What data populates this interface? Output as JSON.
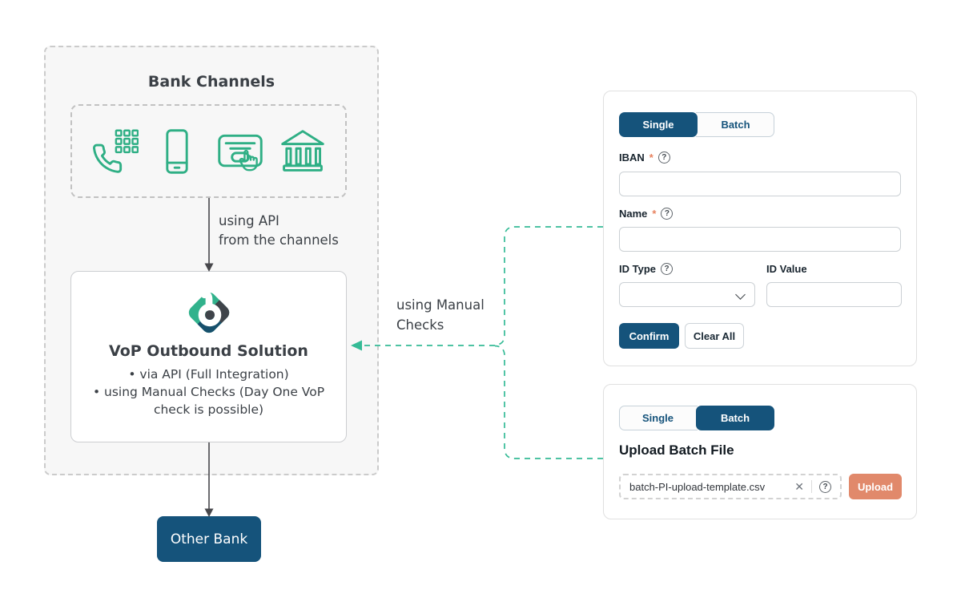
{
  "colors": {
    "navy": "#15537B",
    "connector_teal": "#35BB96",
    "icon_green": "#2FAF85",
    "salmon": "#E1896B",
    "asterisk_salmon": "#E8825F",
    "diagram_text": "#3B4046",
    "label_text": "#18242E"
  },
  "diagram": {
    "container_title": "Bank Channels",
    "channels": [
      "phone-call",
      "mobile-banking",
      "card-payment-terminal",
      "bank-branch"
    ],
    "api_label_line1": "using API",
    "api_label_line2": "from the channels",
    "vop_title": "VoP Outbound Solution",
    "vop_bullet1": "via API (Full Integration)",
    "vop_bullet2": "using Manual Checks (Day One VoP check is possible)",
    "manual_label_line1": "using Manual",
    "manual_label_line2": "Checks",
    "other_bank_label": "Other Bank"
  },
  "single_form": {
    "tab_single": "Single",
    "tab_batch": "Batch",
    "required_marker": "*",
    "help_glyph": "?",
    "iban_label": "IBAN",
    "iban_value": "",
    "name_label": "Name",
    "name_value": "",
    "id_type_label": "ID Type",
    "id_type_value": "",
    "id_value_label": "ID Value",
    "id_value_value": "",
    "confirm_label": "Confirm",
    "clear_all_label": "Clear All"
  },
  "batch_form": {
    "tab_single": "Single",
    "tab_batch": "Batch",
    "heading": "Upload Batch File",
    "file_name": "batch-PI-upload-template.csv",
    "remove_glyph": "✕",
    "help_glyph": "?",
    "upload_label": "Upload"
  }
}
